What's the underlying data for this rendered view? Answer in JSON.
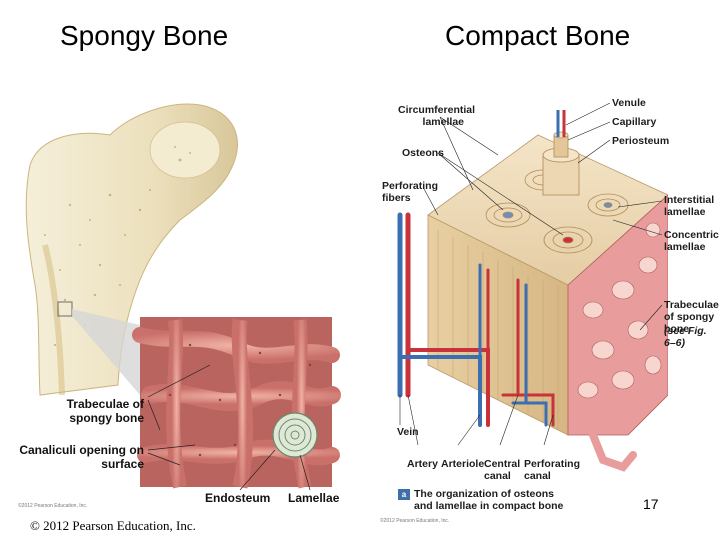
{
  "titles": {
    "left": "Spongy Bone",
    "right": "Compact Bone"
  },
  "spongy": {
    "labels": {
      "trabeculae": "Trabeculae of spongy bone",
      "canaliculi": "Canaliculi opening on surface",
      "endosteum": "Endosteum",
      "lamellae": "Lamellae"
    },
    "credit": "©2012 Pearson Education, Inc."
  },
  "compact": {
    "labels": {
      "circumferential": "Circumferential lamellae",
      "osteons": "Osteons",
      "perforating_fibers": "Perforating fibers",
      "venule": "Venule",
      "capillary": "Capillary",
      "periosteum": "Periosteum",
      "interstitial": "Interstitial lamellae",
      "concentric": "Concentric lamellae",
      "trabeculae": "Trabeculae of spongy bone",
      "see_fig": "(see Fig. 6–6)",
      "vein": "Vein",
      "artery": "Artery",
      "arteriole": "Arteriole",
      "central_canal": "Central canal",
      "perforating_canal": "Perforating canal"
    },
    "figure_badge": "a",
    "caption": "The organization of osteons and lamellae in compact bone",
    "credit": "©2012 Pearson Education, Inc."
  },
  "footer": {
    "slide_number": "17",
    "copyright": "© 2012 Pearson Education, Inc."
  },
  "colors": {
    "bone": "#efe6c8",
    "bone_shadow": "#d9c58c",
    "trabeculae": "#e3978c",
    "trabeculae_bg": "#c9706a",
    "artery": "#c8323a",
    "vein": "#3b6fb2",
    "compact": "#efd9b8",
    "spongy_red": "#e89c9c",
    "badge": "#3f6fa8"
  }
}
